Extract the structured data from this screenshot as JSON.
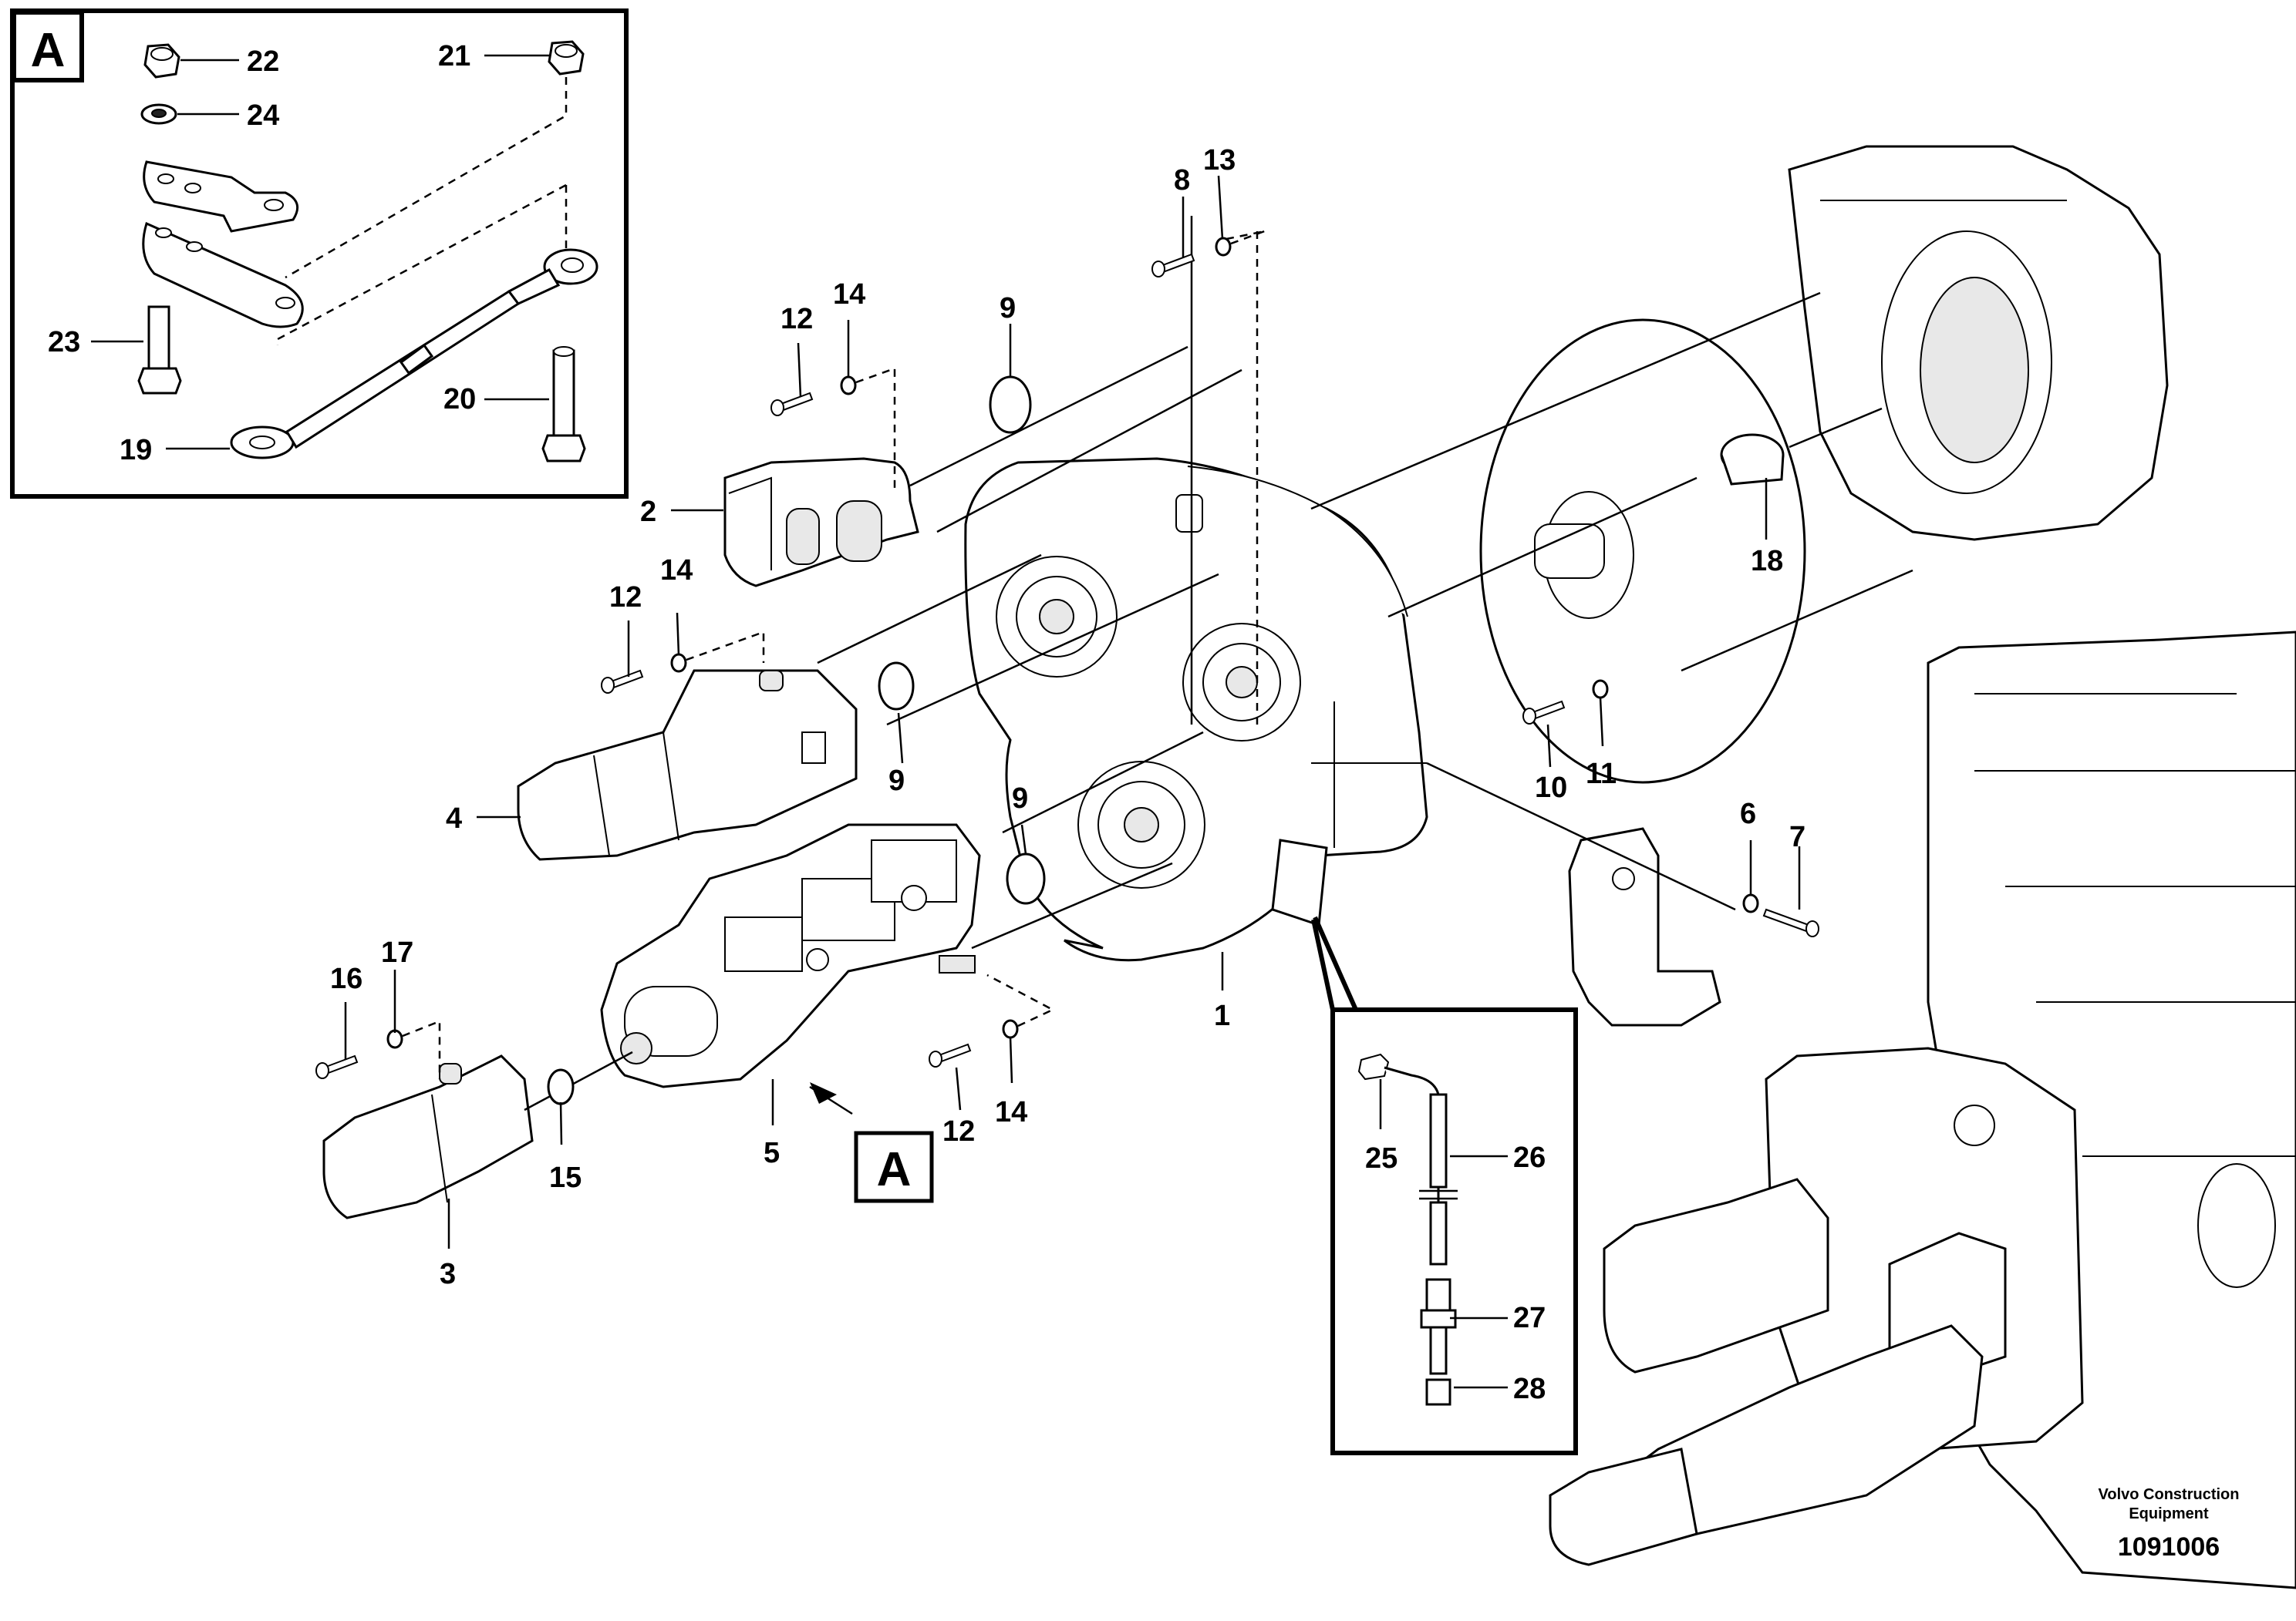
{
  "callouts": [
    {
      "id": "c1",
      "text": "1"
    },
    {
      "id": "c2",
      "text": "2"
    },
    {
      "id": "c3",
      "text": "3"
    },
    {
      "id": "c4",
      "text": "4"
    },
    {
      "id": "c5",
      "text": "5"
    },
    {
      "id": "c6",
      "text": "6"
    },
    {
      "id": "c7",
      "text": "7"
    },
    {
      "id": "c8",
      "text": "8"
    },
    {
      "id": "c9a",
      "text": "9"
    },
    {
      "id": "c9b",
      "text": "9"
    },
    {
      "id": "c9c",
      "text": "9"
    },
    {
      "id": "c10",
      "text": "10"
    },
    {
      "id": "c11",
      "text": "11"
    },
    {
      "id": "c12a",
      "text": "12"
    },
    {
      "id": "c12b",
      "text": "12"
    },
    {
      "id": "c12c",
      "text": "12"
    },
    {
      "id": "c13",
      "text": "13"
    },
    {
      "id": "c14a",
      "text": "14"
    },
    {
      "id": "c14b",
      "text": "14"
    },
    {
      "id": "c14c",
      "text": "14"
    },
    {
      "id": "c15",
      "text": "15"
    },
    {
      "id": "c16",
      "text": "16"
    },
    {
      "id": "c17",
      "text": "17"
    },
    {
      "id": "c18",
      "text": "18"
    },
    {
      "id": "c19",
      "text": "19"
    },
    {
      "id": "c20",
      "text": "20"
    },
    {
      "id": "c21",
      "text": "21"
    },
    {
      "id": "c22",
      "text": "22"
    },
    {
      "id": "c23",
      "text": "23"
    },
    {
      "id": "c24",
      "text": "24"
    },
    {
      "id": "c25",
      "text": "25"
    },
    {
      "id": "c26",
      "text": "26"
    },
    {
      "id": "c27",
      "text": "27"
    },
    {
      "id": "c28",
      "text": "28"
    }
  ],
  "detail_marker": "A",
  "detail_box_marker": "A",
  "footer": {
    "company_line1": "Volvo Construction",
    "company_line2": "Equipment",
    "drawing_number": "1091006"
  }
}
